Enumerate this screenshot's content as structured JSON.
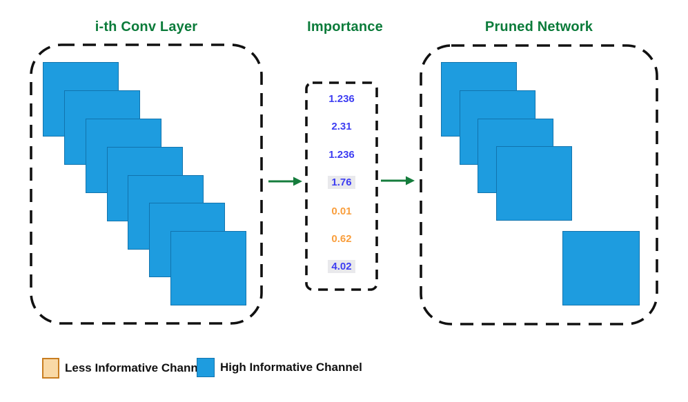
{
  "sections": {
    "conv_layer": {
      "title": "i-th Conv Layer",
      "channel_count": 7
    },
    "importance": {
      "title": "Importance",
      "values": [
        {
          "text": "1.236",
          "role": "high"
        },
        {
          "text": "2.31",
          "role": "high"
        },
        {
          "text": "1.236",
          "role": "high"
        },
        {
          "text": "1.76",
          "role": "high-selected"
        },
        {
          "text": "0.01",
          "role": "less"
        },
        {
          "text": "0.62",
          "role": "less"
        },
        {
          "text": "4.02",
          "role": "high-selected"
        }
      ]
    },
    "pruned_network": {
      "title": "Pruned Network",
      "channel_count": 5
    }
  },
  "legend": {
    "items": [
      {
        "label": "Less Informative Channel",
        "swatch": "less"
      },
      {
        "label": "High Informative Channel",
        "swatch": "high"
      }
    ]
  },
  "colors": {
    "title-green": "#0b7b3a",
    "arrow-green": "#157c3c",
    "channel-fill": "#1e9cdf",
    "channel-border": "#1173ad",
    "high-value": "#3d3df2",
    "less-value": "#f99e3c",
    "highlight-bg": "#e9e9ec",
    "less-fill": "#f9d9a6",
    "less-border": "#c87d20",
    "dash-black": "#111111",
    "legend-text": "#111111"
  }
}
